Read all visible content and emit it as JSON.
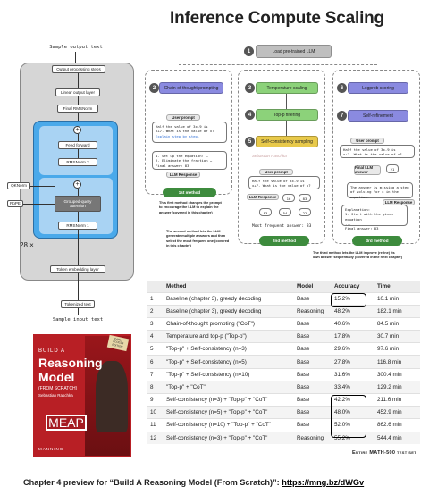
{
  "title": "Inference Compute Scaling",
  "architecture": {
    "sample_output": "Sample output text",
    "output_steps": "Output processing steps",
    "linear_output": "Linear output layer",
    "final_rmsnorm": "Final RMSNorm",
    "feed_forward": "Feed forward",
    "rmsnorm2": "RMSNorm 2",
    "qknorm": "QKNorm",
    "rope": "RoPE",
    "gqa": "Grouped-query attention",
    "rmsnorm1": "RMSNorm 1",
    "multiplier": "28 ×",
    "token_embedding": "Token embedding layer",
    "tokenized": "Tokenized text",
    "sample_input": "Sample input text",
    "plus": "+"
  },
  "flow": {
    "load": {
      "num": "1",
      "label": "Load pre-trained LLM"
    },
    "steps": [
      {
        "num": "2",
        "label": "Chain-of-thought prompting"
      },
      {
        "num": "3",
        "label": "Temperature scaling"
      },
      {
        "num": "4",
        "label": "Top-p filtering"
      },
      {
        "num": "5",
        "label": "Self-consistency sampling"
      },
      {
        "num": "6",
        "label": "Logprob scoring"
      },
      {
        "num": "7",
        "label": "Self-refinement"
      }
    ],
    "user_prompt": "User prompt",
    "llm_response": "LLM Response",
    "prompt1_text": "Half the value of 3x-9 is\nx+7. What is the value of x?",
    "prompt1_extra": "Explain step by step.",
    "response1_text": "1. Set up the equation: …\n2. Eliminate the fraction …\nFinal answer: 83",
    "prompt2_text": "Half the value of 3x-9 is\nx+7. What is the value of x?",
    "answers": [
      "16",
      "83",
      "83",
      "54",
      "22"
    ],
    "most_frequent": "Most frequent answer: 83",
    "prompt3_text": "Half the value of 3x-9 is\nx+7. What is the value of x?",
    "final_llm_answer": "Final LLM answer",
    "final_value": "21",
    "critique_text": "The answer is missing a step\nof solving for x in the\nequation.",
    "explanation_text": "Explanation:\n1. Start with the given\nequation\n...\nFinal answer: 83",
    "method1": "1st method",
    "method2": "2nd method",
    "method3": "3rd method",
    "caption1": "This first method changes the prompt\nto encourage the LLM to explain the\nanswer (covered in this chapter)",
    "caption2": "The second method lets the LLM\ngenerate multiple answers and then\nselect the most frequent one (covered\nin this chapter)",
    "caption3": "The third method lets the LLM improve (refine) its\nown answer sequentially (covered in the next chapter)",
    "watermark": "Sebastian Raschka"
  },
  "book": {
    "top": "BUILD A",
    "title1": "Reasoning",
    "title2": "Model",
    "subtitle": "(FROM SCRATCH)",
    "author": "Sebastian Raschka",
    "badge": "MEAP",
    "corner": "EARLY ACCESS EDITION",
    "publisher": "MANNING"
  },
  "table": {
    "headers": [
      "",
      "Method",
      "Model",
      "Accuracy",
      "Time"
    ],
    "rows": [
      [
        "1",
        "Baseline (chapter 3), greedy decoding",
        "Base",
        "15.2%",
        "10.1 min"
      ],
      [
        "2",
        "Baseline (chapter 3), greedy decoding",
        "Reasoning",
        "48.2%",
        "182.1 min"
      ],
      [
        "3",
        "Chain-of-thought prompting (\"CoT\")",
        "Base",
        "40.6%",
        "84.5 min"
      ],
      [
        "4",
        "Temperature and top-p (\"Top-p\")",
        "Base",
        "17.8%",
        "30.7 min"
      ],
      [
        "5",
        "\"Top-p\" + Self-consistency (n=3)",
        "Base",
        "29.6%",
        "97.6 min"
      ],
      [
        "6",
        "\"Top-p\" + Self-consistency (n=5)",
        "Base",
        "27.8%",
        "116.8 min"
      ],
      [
        "7",
        "\"Top-p\" + Self-consistency (n=10)",
        "Base",
        "31.6%",
        "300.4 min"
      ],
      [
        "8",
        "\"Top-p\" + \"CoT\"",
        "Base",
        "33.4%",
        "129.2 min"
      ],
      [
        "9",
        "Self-consistency (n=3) + \"Top-p\" + \"CoT\"",
        "Base",
        "42.2%",
        "211.6 min"
      ],
      [
        "10",
        "Self-consistency (n=5) + \"Top-p\" + \"CoT\"",
        "Base",
        "48.0%",
        "452.9 min"
      ],
      [
        "11",
        "Self-consistency (n=10) + \"Top-p\" + \"CoT\"",
        "Base",
        "52.0%",
        "862.6 min"
      ],
      [
        "12",
        "Self-consistency (n=3) + \"Top-p\" + \"CoT\"",
        "Reasoning",
        "55.2%",
        "544.4 min"
      ]
    ],
    "caption": "Entire MATH-500 test set"
  },
  "footer": {
    "text": "Chapter 4 preview for “Build A Reasoning Model (From Scratch)”:",
    "link": "https://mng.bz/dWGv"
  },
  "colors": {
    "arch_gray": "#d6d6d6",
    "arch_blue": "#4aa9ea",
    "arch_inner_blue": "#a9d3f3",
    "step_purple": "#8a8ae0",
    "step_green": "#8cd27a",
    "step_yellow": "#e8c94a",
    "method_green": "#3d8b3d",
    "highlight": "#000000",
    "book_red": "#c8282d"
  }
}
